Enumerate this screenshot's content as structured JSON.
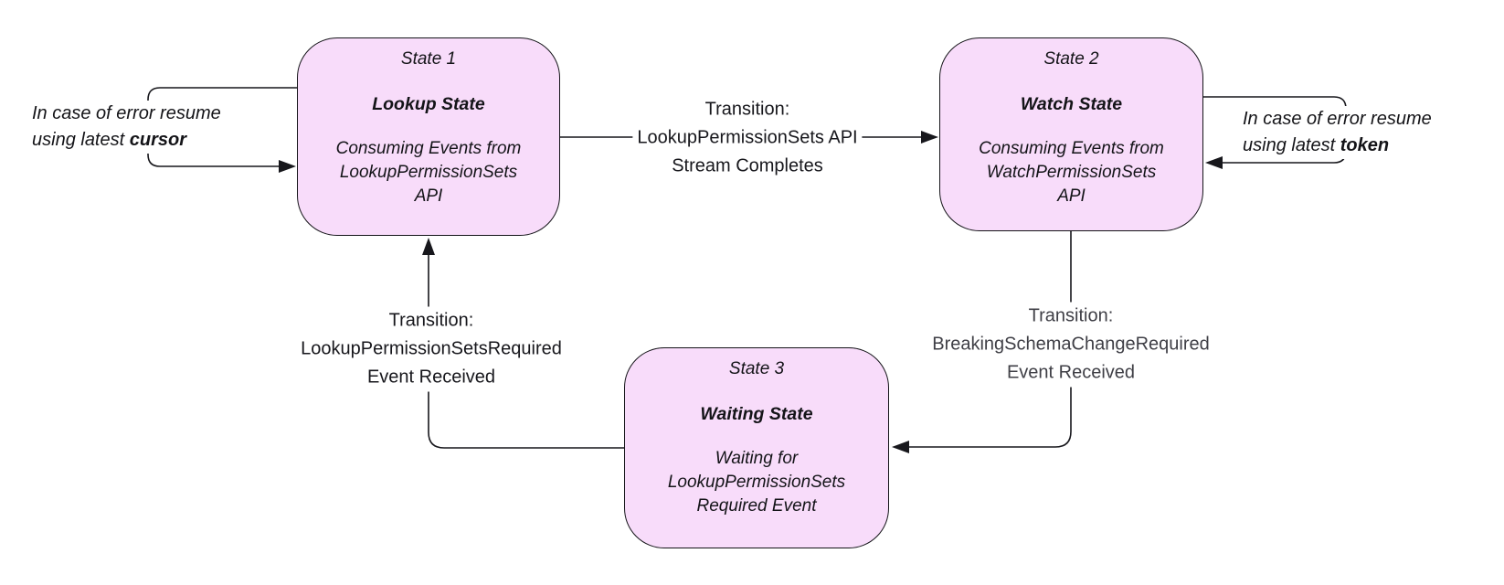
{
  "diagram": {
    "states": [
      {
        "label": "State 1",
        "name": "Lookup State",
        "description": "Consuming Events from LookupPermissionSets API"
      },
      {
        "label": "State 2",
        "name": "Watch State",
        "description": "Consuming Events from WatchPermissionSets API"
      },
      {
        "label": "State 3",
        "name": "Waiting State",
        "description": "Waiting for LookupPermissionSets Required Event"
      }
    ],
    "transitions": [
      {
        "from": "State 1",
        "to": "State 2",
        "label_prefix": "Transition:",
        "label_event": "LookupPermissionSets API",
        "label_suffix": "Stream Completes"
      },
      {
        "from": "State 2",
        "to": "State 3",
        "label_prefix": "Transition:",
        "label_event": "BreakingSchemaChangeRequired",
        "label_suffix": "Event Received"
      },
      {
        "from": "State 3",
        "to": "State 1",
        "label_prefix": "Transition:",
        "label_event": "LookupPermissionSetsRequired",
        "label_suffix": "Event Received"
      }
    ],
    "self_loops": [
      {
        "state": "State 1",
        "text_regular": "In case of error resume",
        "text_prefix": "using latest ",
        "text_bold": "cursor"
      },
      {
        "state": "State 2",
        "text_regular": "In case of error resume",
        "text_prefix": "using latest ",
        "text_bold": "token"
      }
    ],
    "colors": {
      "state_fill": "#f8dcfa",
      "state_border": "#141418",
      "line": "#17171c",
      "label_text": "#17171c",
      "label_text_muted": "#3f3f46"
    }
  }
}
